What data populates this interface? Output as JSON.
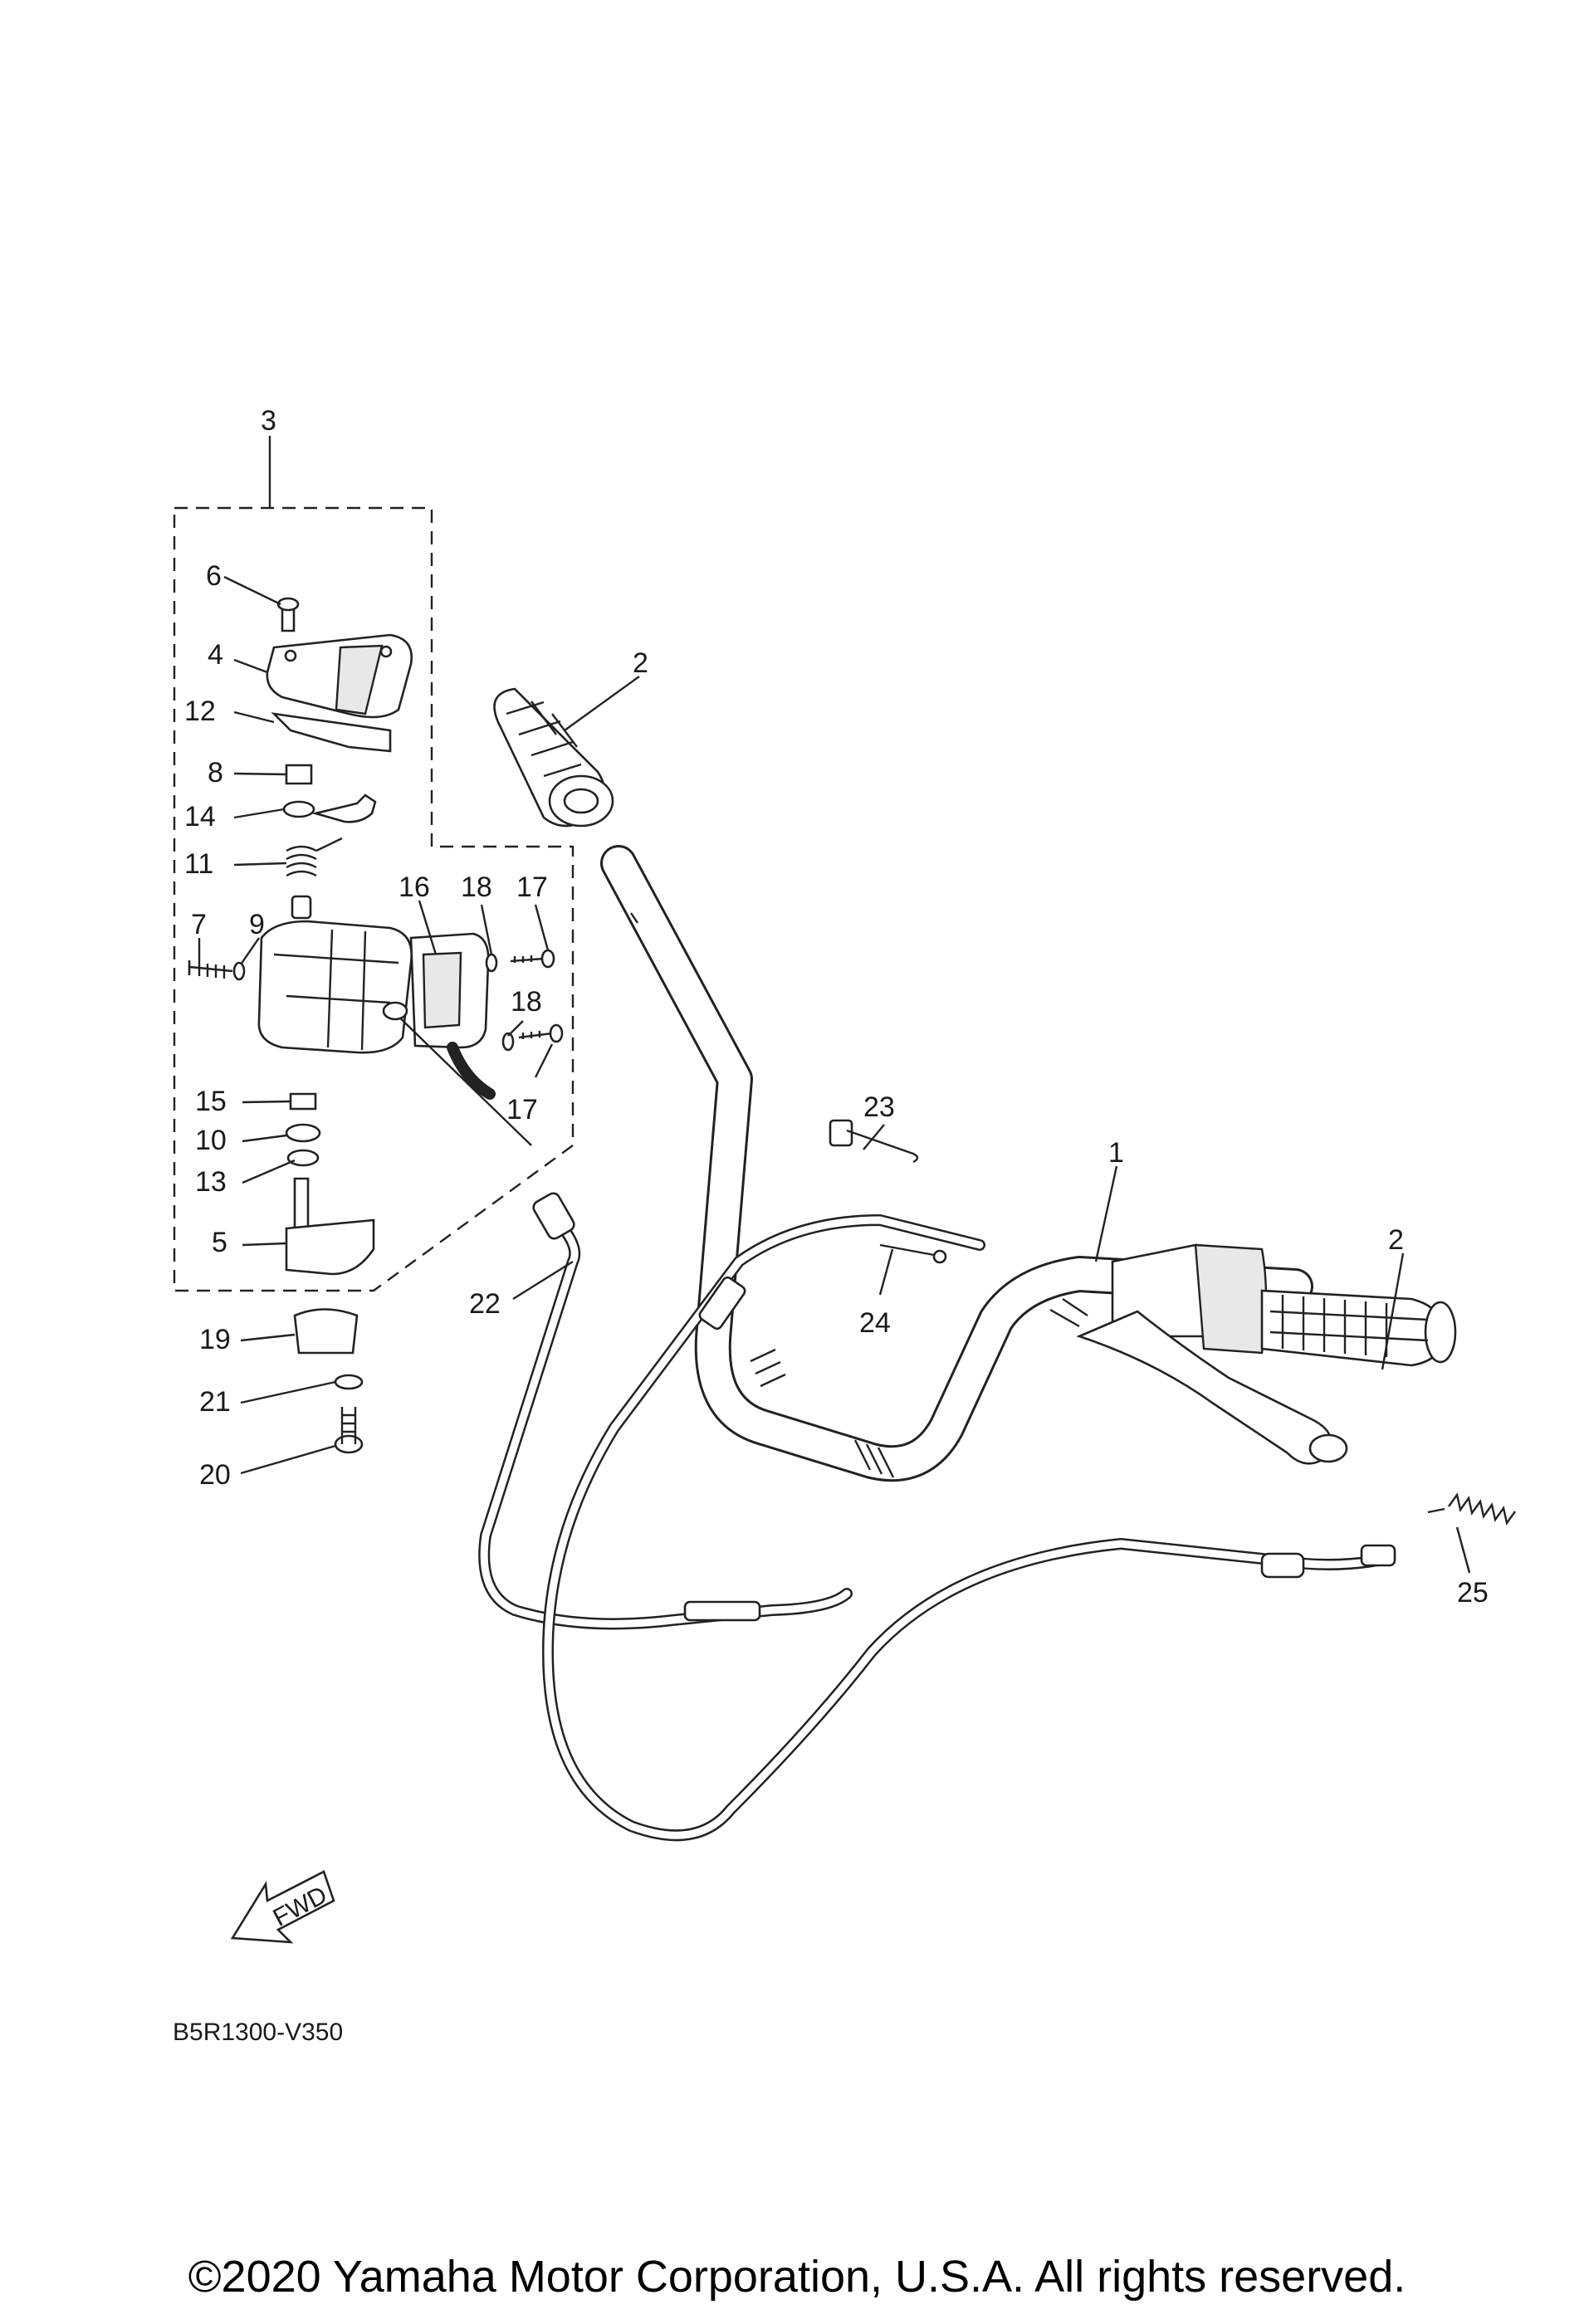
{
  "diagram": {
    "callouts": [
      {
        "id": "c1",
        "text": "1"
      },
      {
        "id": "c2a",
        "text": "2"
      },
      {
        "id": "c2b",
        "text": "2"
      },
      {
        "id": "c3",
        "text": "3"
      },
      {
        "id": "c4",
        "text": "4"
      },
      {
        "id": "c5",
        "text": "5"
      },
      {
        "id": "c6",
        "text": "6"
      },
      {
        "id": "c7",
        "text": "7"
      },
      {
        "id": "c8",
        "text": "8"
      },
      {
        "id": "c9",
        "text": "9"
      },
      {
        "id": "c10",
        "text": "10"
      },
      {
        "id": "c11",
        "text": "11"
      },
      {
        "id": "c12",
        "text": "12"
      },
      {
        "id": "c13",
        "text": "13"
      },
      {
        "id": "c14",
        "text": "14"
      },
      {
        "id": "c15",
        "text": "15"
      },
      {
        "id": "c16",
        "text": "16"
      },
      {
        "id": "c17a",
        "text": "17"
      },
      {
        "id": "c17b",
        "text": "17"
      },
      {
        "id": "c18a",
        "text": "18"
      },
      {
        "id": "c18b",
        "text": "18"
      },
      {
        "id": "c19",
        "text": "19"
      },
      {
        "id": "c20",
        "text": "20"
      },
      {
        "id": "c21",
        "text": "21"
      },
      {
        "id": "c22",
        "text": "22"
      },
      {
        "id": "c23",
        "text": "23"
      },
      {
        "id": "c24",
        "text": "24"
      },
      {
        "id": "c25",
        "text": "25"
      }
    ],
    "fwd_label": "FWD",
    "diagram_code": "B5R1300-V350"
  },
  "footer": {
    "copyright": "©2020 Yamaha Motor Corporation, U.S.A. All rights reserved."
  }
}
